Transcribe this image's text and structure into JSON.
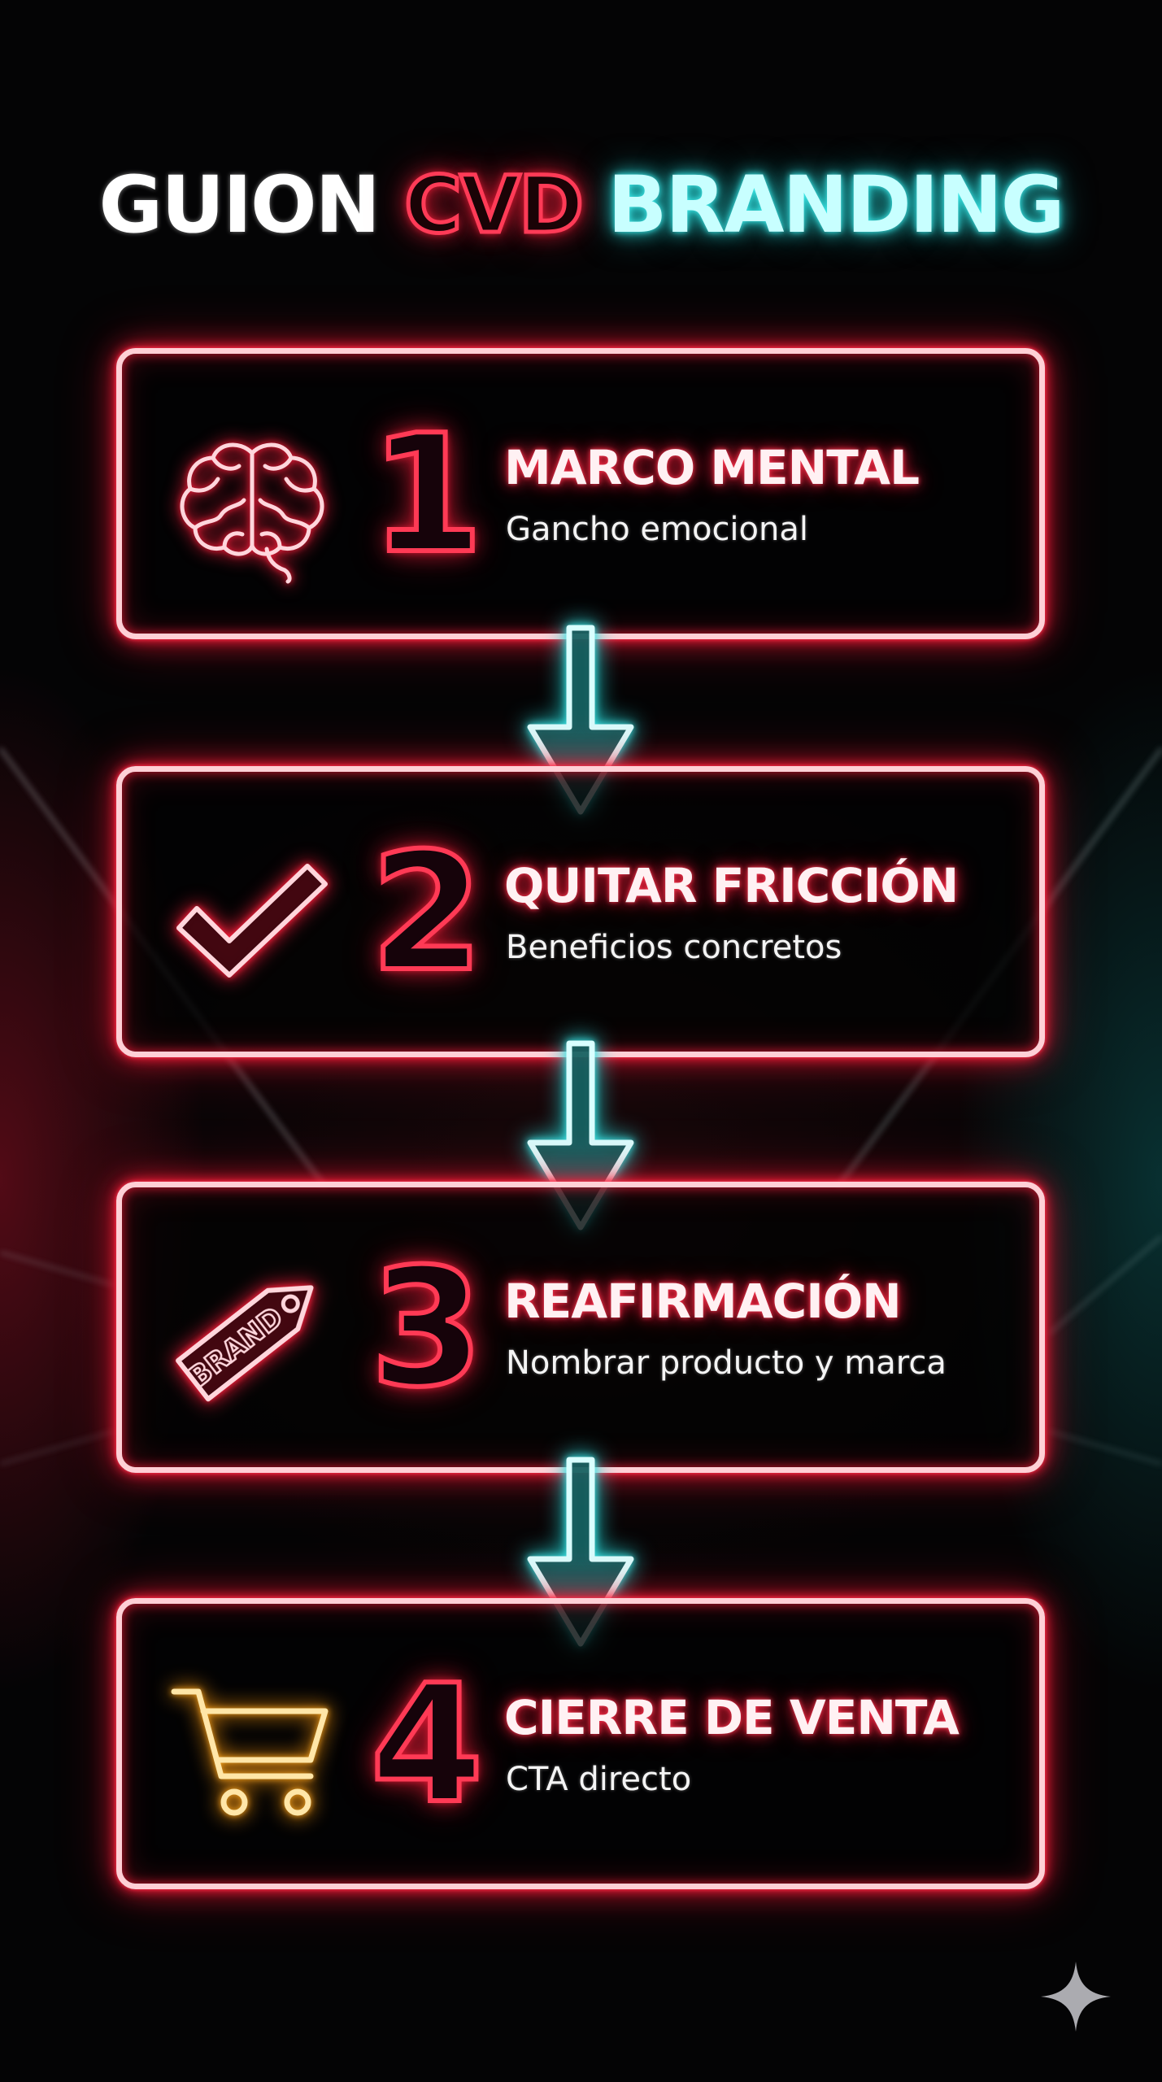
{
  "title": {
    "word1": "GUION",
    "word2": "CVD",
    "word3": "BRANDING"
  },
  "colors": {
    "neon_red": "#ff1e3c",
    "neon_cyan": "#3ef0f0",
    "neon_orange": "#ffb020",
    "background": "#040405"
  },
  "steps": [
    {
      "number": "1",
      "title": "MARCO MENTAL",
      "subtitle": "Gancho emocional",
      "icon": "brain-icon"
    },
    {
      "number": "2",
      "title": "QUITAR FRICCIÓN",
      "subtitle": "Beneficios concretos",
      "icon": "checkmark-icon"
    },
    {
      "number": "3",
      "title": "REAFIRMACIÓN",
      "subtitle": "Nombrar producto y marca",
      "icon": "brand-tag-icon",
      "icon_text": "BRAND"
    },
    {
      "number": "4",
      "title": "CIERRE DE VENTA",
      "subtitle": "CTA directo",
      "icon": "shopping-cart-icon"
    }
  ],
  "connectors": [
    "arrow-down-icon",
    "arrow-down-icon",
    "arrow-down-icon"
  ],
  "watermark": "sparkle-icon"
}
